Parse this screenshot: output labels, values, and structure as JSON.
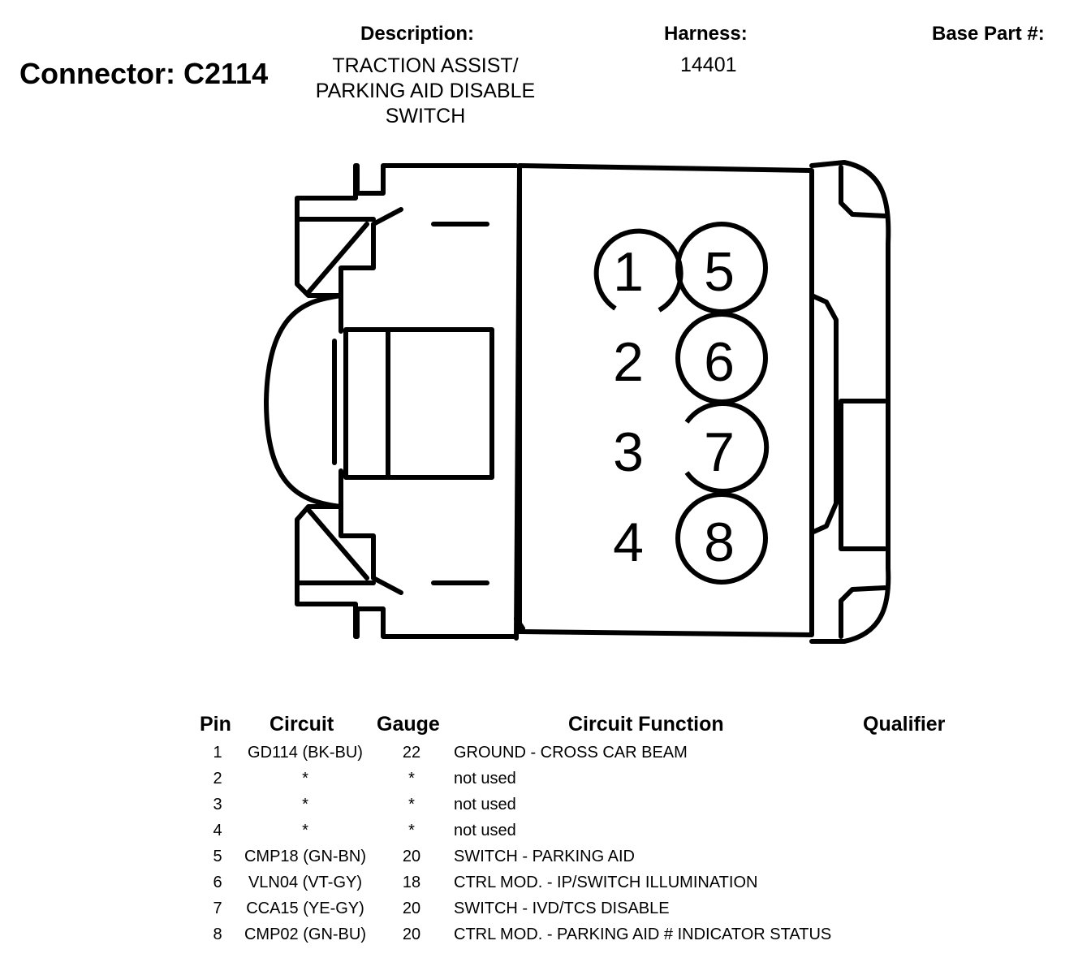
{
  "connector": {
    "title": "Connector: C2114"
  },
  "header": {
    "description_label": "Description:",
    "description_lines": [
      "TRACTION ASSIST/",
      "PARKING AID DISABLE",
      "SWITCH"
    ],
    "harness_label": "Harness:",
    "harness_value": "14401",
    "base_part_label": "Base Part #:",
    "base_part_value": ""
  },
  "diagram": {
    "pins": [
      {
        "number": "1"
      },
      {
        "number": "5"
      },
      {
        "number": "2"
      },
      {
        "number": "6"
      },
      {
        "number": "3"
      },
      {
        "number": "7"
      },
      {
        "number": "4"
      },
      {
        "number": "8"
      }
    ]
  },
  "table": {
    "headers": [
      "Pin",
      "Circuit",
      "Gauge",
      "Circuit Function",
      "Qualifier"
    ],
    "rows": [
      {
        "pin": "1",
        "circuit": "GD114 (BK-BU)",
        "gauge": "22",
        "function": "GROUND - CROSS CAR BEAM",
        "qualifier": ""
      },
      {
        "pin": "2",
        "circuit": "*",
        "gauge": "*",
        "function": "not used",
        "qualifier": ""
      },
      {
        "pin": "3",
        "circuit": "*",
        "gauge": "*",
        "function": "not used",
        "qualifier": ""
      },
      {
        "pin": "4",
        "circuit": "*",
        "gauge": "*",
        "function": "not used",
        "qualifier": ""
      },
      {
        "pin": "5",
        "circuit": "CMP18 (GN-BN)",
        "gauge": "20",
        "function": "SWITCH - PARKING AID",
        "qualifier": ""
      },
      {
        "pin": "6",
        "circuit": "VLN04 (VT-GY)",
        "gauge": "18",
        "function": "CTRL MOD. - IP/SWITCH ILLUMINATION",
        "qualifier": ""
      },
      {
        "pin": "7",
        "circuit": "CCA15 (YE-GY)",
        "gauge": "20",
        "function": "SWITCH - IVD/TCS DISABLE",
        "qualifier": ""
      },
      {
        "pin": "8",
        "circuit": "CMP02 (GN-BU)",
        "gauge": "20",
        "function": "CTRL MOD. - PARKING AID # INDICATOR STATUS",
        "qualifier": ""
      }
    ]
  }
}
